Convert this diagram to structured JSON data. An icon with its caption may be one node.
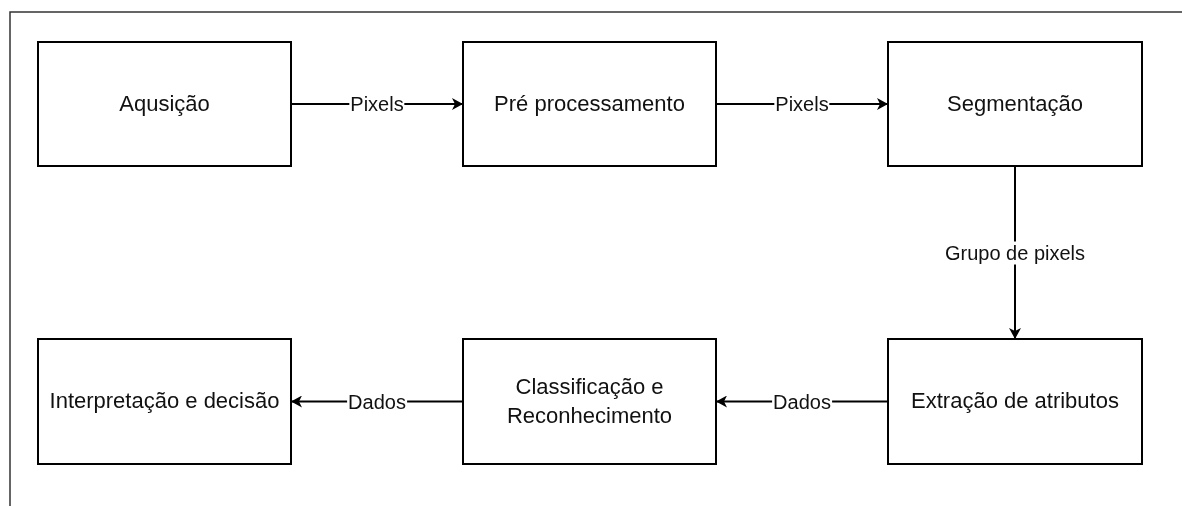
{
  "diagram": {
    "nodes": [
      {
        "text": [
          "Aqusição"
        ]
      },
      {
        "text": [
          "Pré processamento"
        ]
      },
      {
        "text": [
          "Segmentação"
        ]
      },
      {
        "text": [
          "Interpretação e decisão"
        ]
      },
      {
        "text": [
          "Classificação e Reconhecimento"
        ]
      },
      {
        "text": [
          "Extração de atributos"
        ]
      }
    ],
    "edges": [
      {
        "from": 0,
        "to": 1,
        "arrow": "to",
        "label": "Pixels"
      },
      {
        "from": 1,
        "to": 2,
        "arrow": "to",
        "label": "Pixels"
      },
      {
        "from": 2,
        "to": 5,
        "arrow": "to",
        "label": "Grupo de pixels"
      },
      {
        "from": 5,
        "to": 4,
        "arrow": "to",
        "label": "Dados"
      },
      {
        "from": 4,
        "to": 3,
        "arrow": "to",
        "label": "Dados"
      }
    ]
  }
}
